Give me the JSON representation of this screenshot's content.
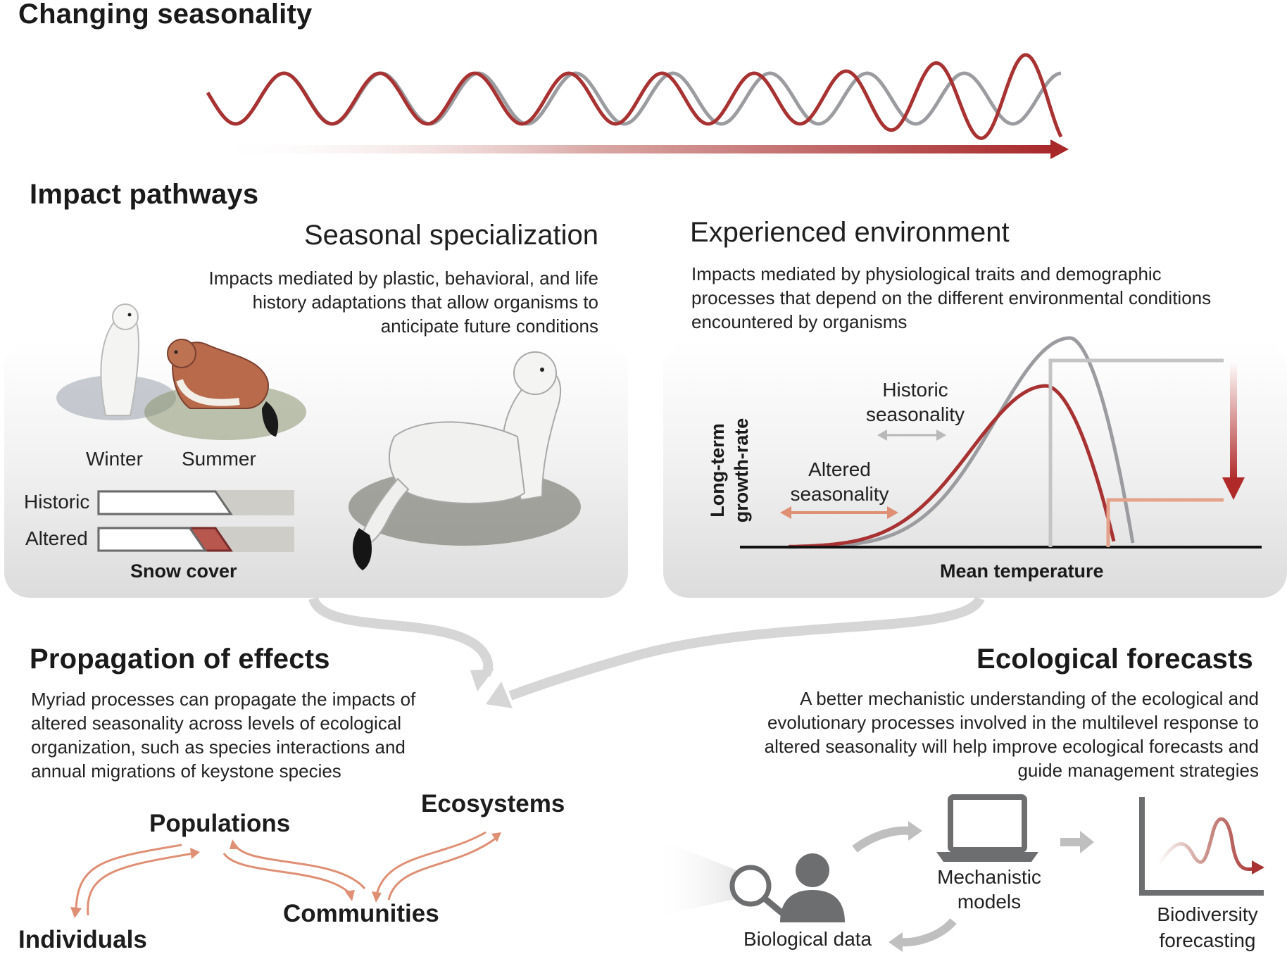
{
  "header": {
    "title": "Changing seasonality"
  },
  "impact": {
    "title": "Impact pathways",
    "seasonal": {
      "title": "Seasonal specialization",
      "text": "Impacts mediated by plastic, behavioral, and life history adaptations that allow organisms to anticipate future conditions",
      "winter_label": "Winter",
      "summer_label": "Summer",
      "historic_label": "Historic",
      "altered_label": "Altered",
      "snow_cover_label": "Snow cover",
      "snow_cover": {
        "historic": 0.6,
        "altered": 0.6,
        "mismatch": 0.13
      }
    },
    "experienced": {
      "title": "Experienced environment",
      "text": "Impacts mediated by physiological traits and demographic processes that depend on the different environmental conditions encountered by organisms",
      "ylabel_line1": "Long-term",
      "ylabel_line2": "growth-rate",
      "xlabel": "Mean temperature",
      "historic_label_line1": "Historic",
      "historic_label_line2": "seasonality",
      "altered_label_line1": "Altered",
      "altered_label_line2": "seasonality"
    }
  },
  "propagation": {
    "title": "Propagation of effects",
    "text": "Myriad processes can propagate the impacts of altered seasonality across levels of ecological organization, such as species interactions and annual migrations of keystone species",
    "levels": {
      "individuals": "Individuals",
      "populations": "Populations",
      "communities": "Communities",
      "ecosystems": "Ecosystems"
    }
  },
  "forecasts": {
    "title": "Ecological forecasts",
    "text": "A  better mechanistic understanding of the ecological and evolutionary processes involved in the multilevel response to altered seasonality will help improve ecological forecasts and guide management strategies",
    "biological_data": "Biological data",
    "models_line1": "Mechanistic",
    "models_line2": "models",
    "forecast_line1": "Biodiversity",
    "forecast_line2": "forecasting"
  },
  "colors": {
    "altered": "#a83232",
    "historic": "#9a9ca0",
    "salmon": "#d88466",
    "flow_arrow": "#d6d6d6",
    "text": "#1a1a1a"
  }
}
